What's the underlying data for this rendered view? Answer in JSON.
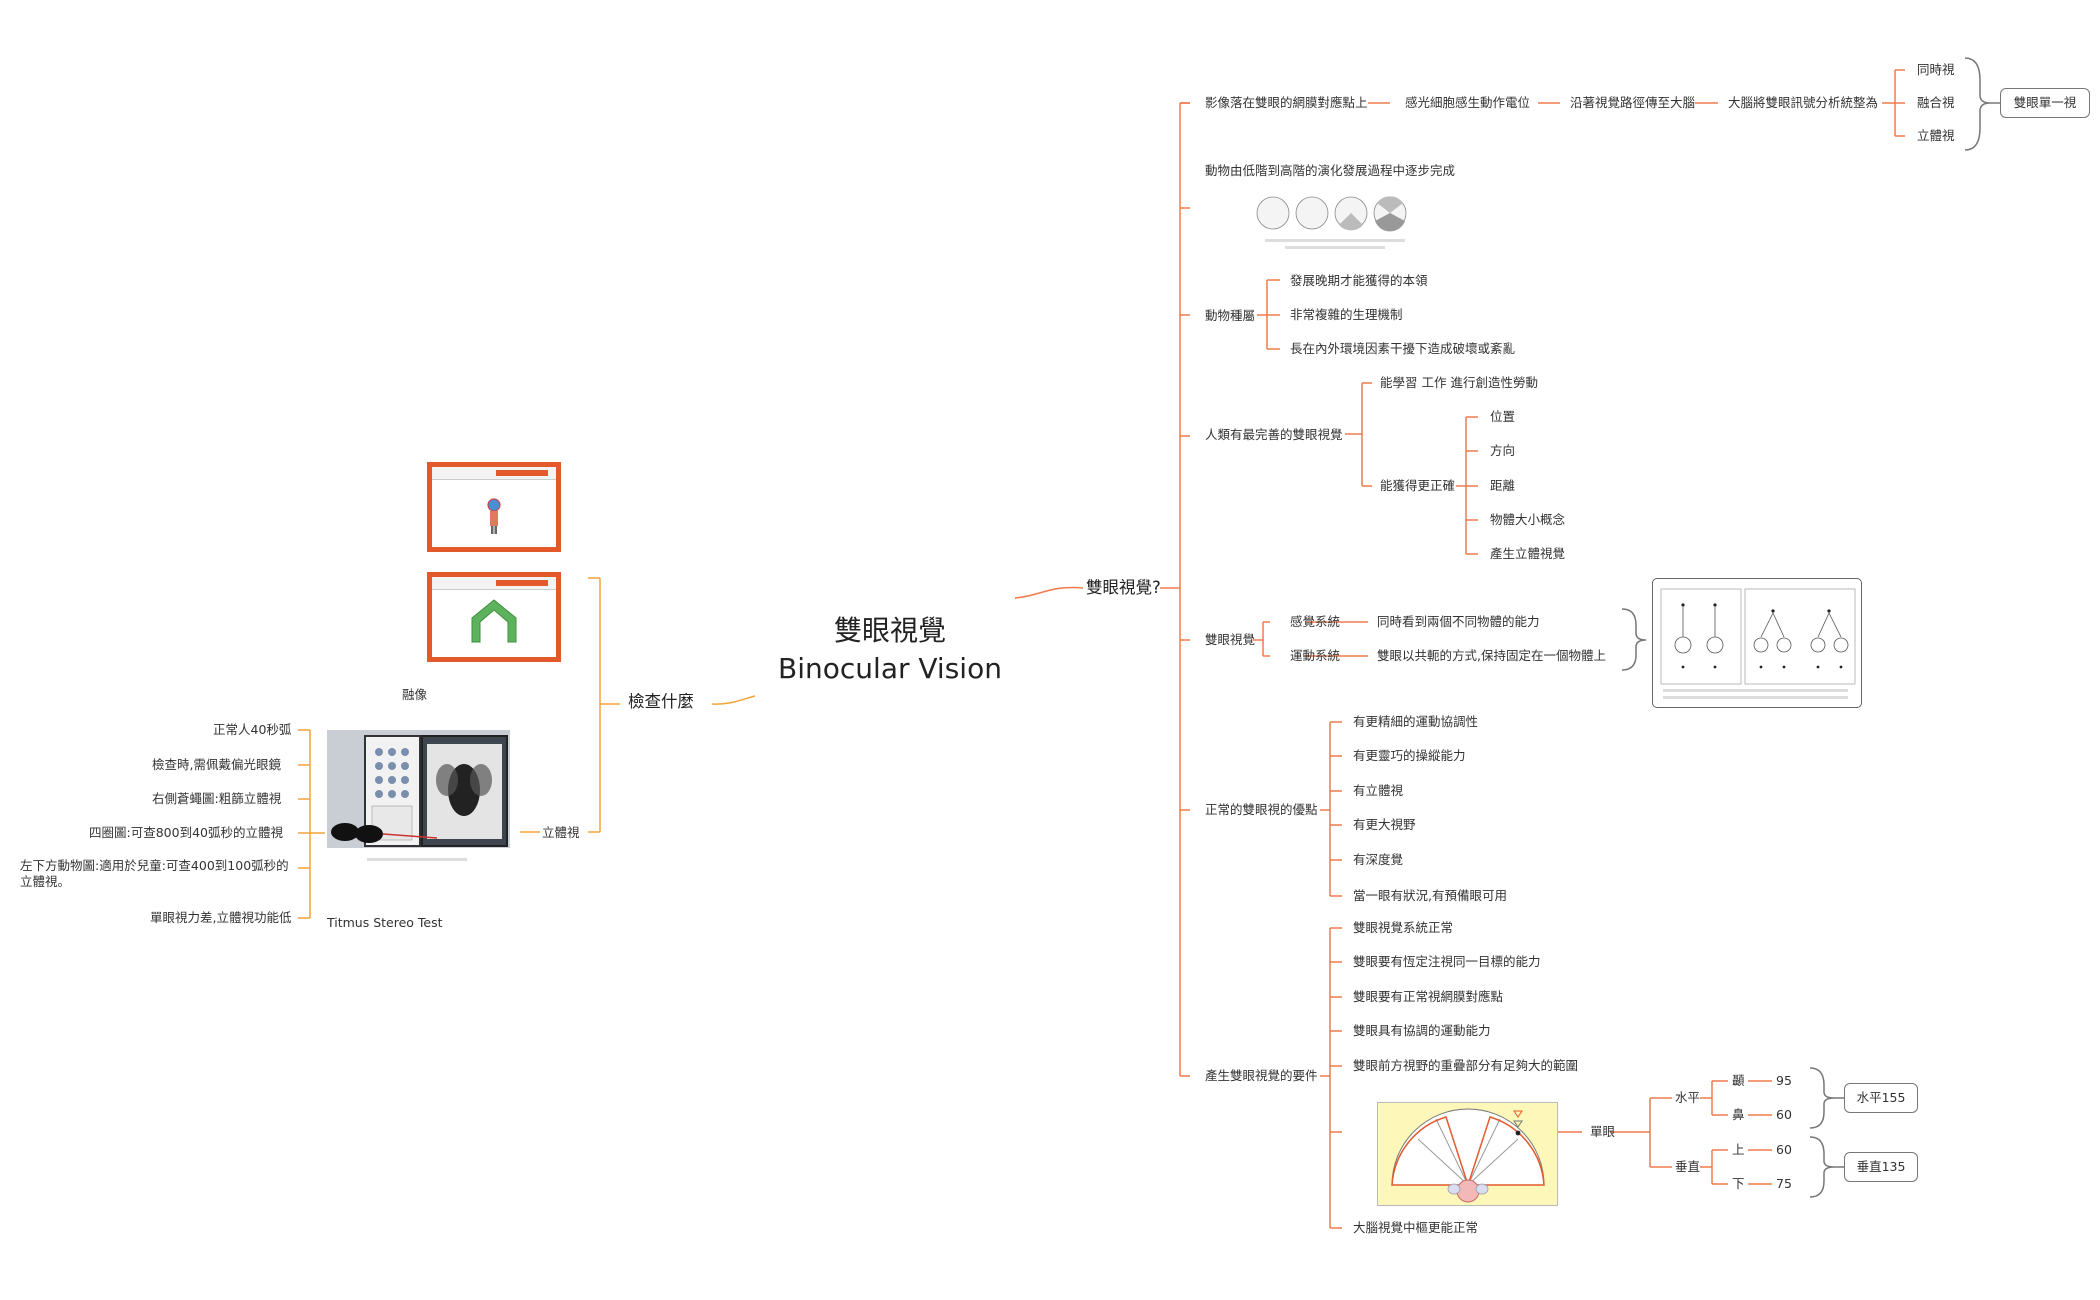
{
  "colors": {
    "branch": "#f07a4a",
    "branch_left": "#f2a33a",
    "summary": "#777777",
    "accent": "#e25a2b"
  },
  "center": {
    "title_zh": "雙眼視覺",
    "title_en": "Binocular Vision"
  },
  "right": {
    "main": "雙眼視覺?",
    "b1": {
      "a": "影像落在雙眼的網膜對應點上",
      "b": "感光細胞感生動作電位",
      "c": "沿著視覺路徑傳至大腦",
      "d": "大腦將雙眼訊號分析統整為",
      "e1": "同時視",
      "e2": "融合視",
      "e3": "立體視",
      "summary": "雙眼單一視"
    },
    "b2": {
      "label": "動物由低階到高階的演化發展過程中逐步完成"
    },
    "b3": {
      "label": "動物種屬",
      "c1": "發展晚期才能獲得的本領",
      "c2": "非常複雜的生理機制",
      "c3": "長在內外環境因素干擾下造成破壞或紊亂"
    },
    "b4": {
      "label": "人類有最完善的雙眼視覺",
      "c1": "能學習 工作 進行創造性勞動",
      "c2": "能獲得更正確",
      "d1": "位置",
      "d2": "方向",
      "d3": "距離",
      "d4": "物體大小概念",
      "d5": "產生立體視覺"
    },
    "b5": {
      "label": "雙眼視覺",
      "c1": "感覺系統",
      "c1a": "同時看到兩個不同物體的能力",
      "c2": "運動系統",
      "c2a": "雙眼以共軛的方式,保持固定在一個物體上"
    },
    "b6": {
      "label": "正常的雙眼視的優點",
      "c1": "有更精細的運動協調性",
      "c2": "有更靈巧的操縱能力",
      "c3": "有立體視",
      "c4": "有更大視野",
      "c5": "有深度覺",
      "c6": "當一眼有狀況,有預備眼可用"
    },
    "b7": {
      "label": "產生雙眼視覺的要件",
      "c1": "雙眼視覺系統正常",
      "c2": "雙眼要有恆定注視同一目標的能力",
      "c3": "雙眼要有正常視網膜對應點",
      "c4": "雙眼具有協調的運動能力",
      "c5": "雙眼前方視野的重疊部分有足夠大的範圍",
      "c7": "大腦視覺中樞更能正常",
      "mono": "單眼",
      "h": "水平",
      "h1": "顳",
      "h1v": "95",
      "h2": "鼻",
      "h2v": "60",
      "hsum": "水平155",
      "v": "垂直",
      "v1": "上",
      "v1v": "60",
      "v2": "下",
      "v2v": "75",
      "vsum": "垂直135"
    }
  },
  "left": {
    "main": "檢查什麼",
    "fusion": "融像",
    "stereo": "立體視",
    "photo_caption": "Titmus Stereo Test",
    "items": [
      "正常人40秒弧",
      "檢查時,需佩戴偏光眼鏡",
      "右側蒼蠅圖:粗篩立體視",
      "四圈圖:可查800到40弧秒的立體視",
      "左下方動物圖:適用於兒童:可查400到100弧秒的立體視。",
      "單眼視力差,立體視功能低"
    ]
  }
}
